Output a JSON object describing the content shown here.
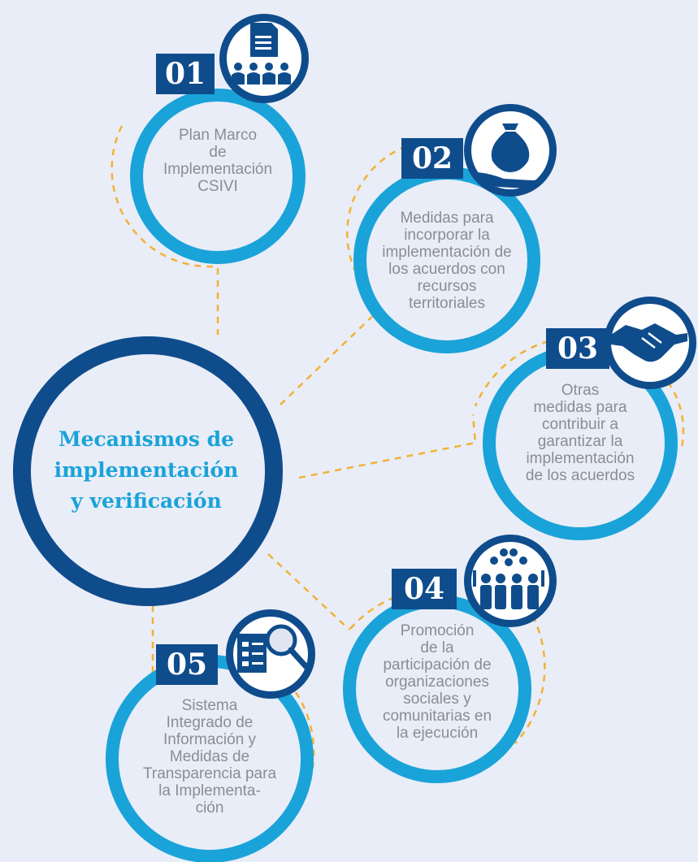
{
  "center": {
    "title_lines": [
      "Mecanismos de",
      "implementación",
      "y verificación"
    ]
  },
  "items": [
    {
      "number": "01",
      "icon": "document-presentation-icon",
      "text": "Plan Marco\nde\nImplementación\nCSIVI"
    },
    {
      "number": "02",
      "icon": "money-bag-hand-icon",
      "text": "Medidas para\nincorporar la\nimplementación de\nlos acuerdos con\nrecursos\nterritoriales"
    },
    {
      "number": "03",
      "icon": "handshake-icon",
      "text": "Otras\nmedidas para\ncontribuir a\ngarantizar la\nimplementación\nde los acuerdos"
    },
    {
      "number": "04",
      "icon": "community-group-icon",
      "text": "Promoción\nde la\nparticipación de\norganizaciones\nsociales y\ncomunitarias en\nla ejecución"
    },
    {
      "number": "05",
      "icon": "document-search-icon",
      "text": "Sistema\nIntegrado de\nInformación y\nMedidas de\nTransparencia para\nla Implementa-\nción"
    }
  ],
  "colors": {
    "background": "#e9edf7",
    "dark_blue": "#0f4c8c",
    "light_blue": "#1aa3d9",
    "connector": "#f2b233",
    "text_gray": "#8a8d94"
  }
}
